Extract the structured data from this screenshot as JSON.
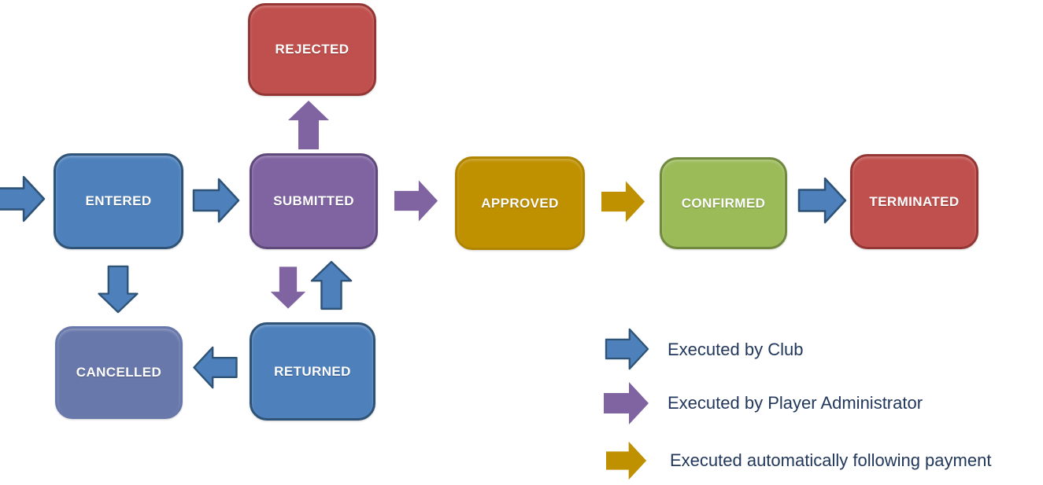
{
  "diagram": {
    "type": "state-flow",
    "nodes": {
      "rejected": {
        "label": "REJECTED",
        "color": "red"
      },
      "entered": {
        "label": "ENTERED",
        "color": "blue"
      },
      "submitted": {
        "label": "SUBMITTED",
        "color": "purple"
      },
      "approved": {
        "label": "APPROVED",
        "color": "gold"
      },
      "confirmed": {
        "label": "CONFIRMED",
        "color": "green"
      },
      "terminated": {
        "label": "TERMINATED",
        "color": "red"
      },
      "cancelled": {
        "label": "CANCELLED",
        "color": "slate"
      },
      "returned": {
        "label": "RETURNED",
        "color": "blue"
      }
    },
    "edges": [
      {
        "from": "start",
        "to": "entered",
        "actor": "club",
        "arrow_color": "blue"
      },
      {
        "from": "entered",
        "to": "submitted",
        "actor": "club",
        "arrow_color": "blue"
      },
      {
        "from": "submitted",
        "to": "rejected",
        "actor": "player-administrator",
        "arrow_color": "purple"
      },
      {
        "from": "submitted",
        "to": "approved",
        "actor": "player-administrator",
        "arrow_color": "purple"
      },
      {
        "from": "approved",
        "to": "confirmed",
        "actor": "automatic-payment",
        "arrow_color": "gold"
      },
      {
        "from": "confirmed",
        "to": "terminated",
        "actor": "club",
        "arrow_color": "blue"
      },
      {
        "from": "entered",
        "to": "cancelled",
        "actor": "club",
        "arrow_color": "blue"
      },
      {
        "from": "submitted",
        "to": "returned",
        "actor": "player-administrator",
        "arrow_color": "purple"
      },
      {
        "from": "returned",
        "to": "submitted",
        "actor": "club",
        "arrow_color": "blue"
      },
      {
        "from": "returned",
        "to": "cancelled",
        "actor": "club",
        "arrow_color": "blue"
      }
    ]
  },
  "legend": {
    "club": {
      "label": "Executed by Club",
      "arrow_color": "blue"
    },
    "admin": {
      "label": "Executed by Player Administrator",
      "arrow_color": "purple"
    },
    "auto": {
      "label": "Executed automatically following payment",
      "arrow_color": "gold"
    }
  },
  "colors": {
    "blue": "#4E80BC",
    "blue-border": "#2E5377",
    "purple": "#8064A2",
    "purple-border": "#5F497A",
    "red": "#C0504D",
    "red-border": "#943634",
    "green": "#9BBB59",
    "green-border": "#71893F",
    "gold": "#BF9000",
    "gold-border": "#AF8500",
    "slate": "#6878AA",
    "slate-border": "#6878AA",
    "legend-text": "#21375B"
  }
}
